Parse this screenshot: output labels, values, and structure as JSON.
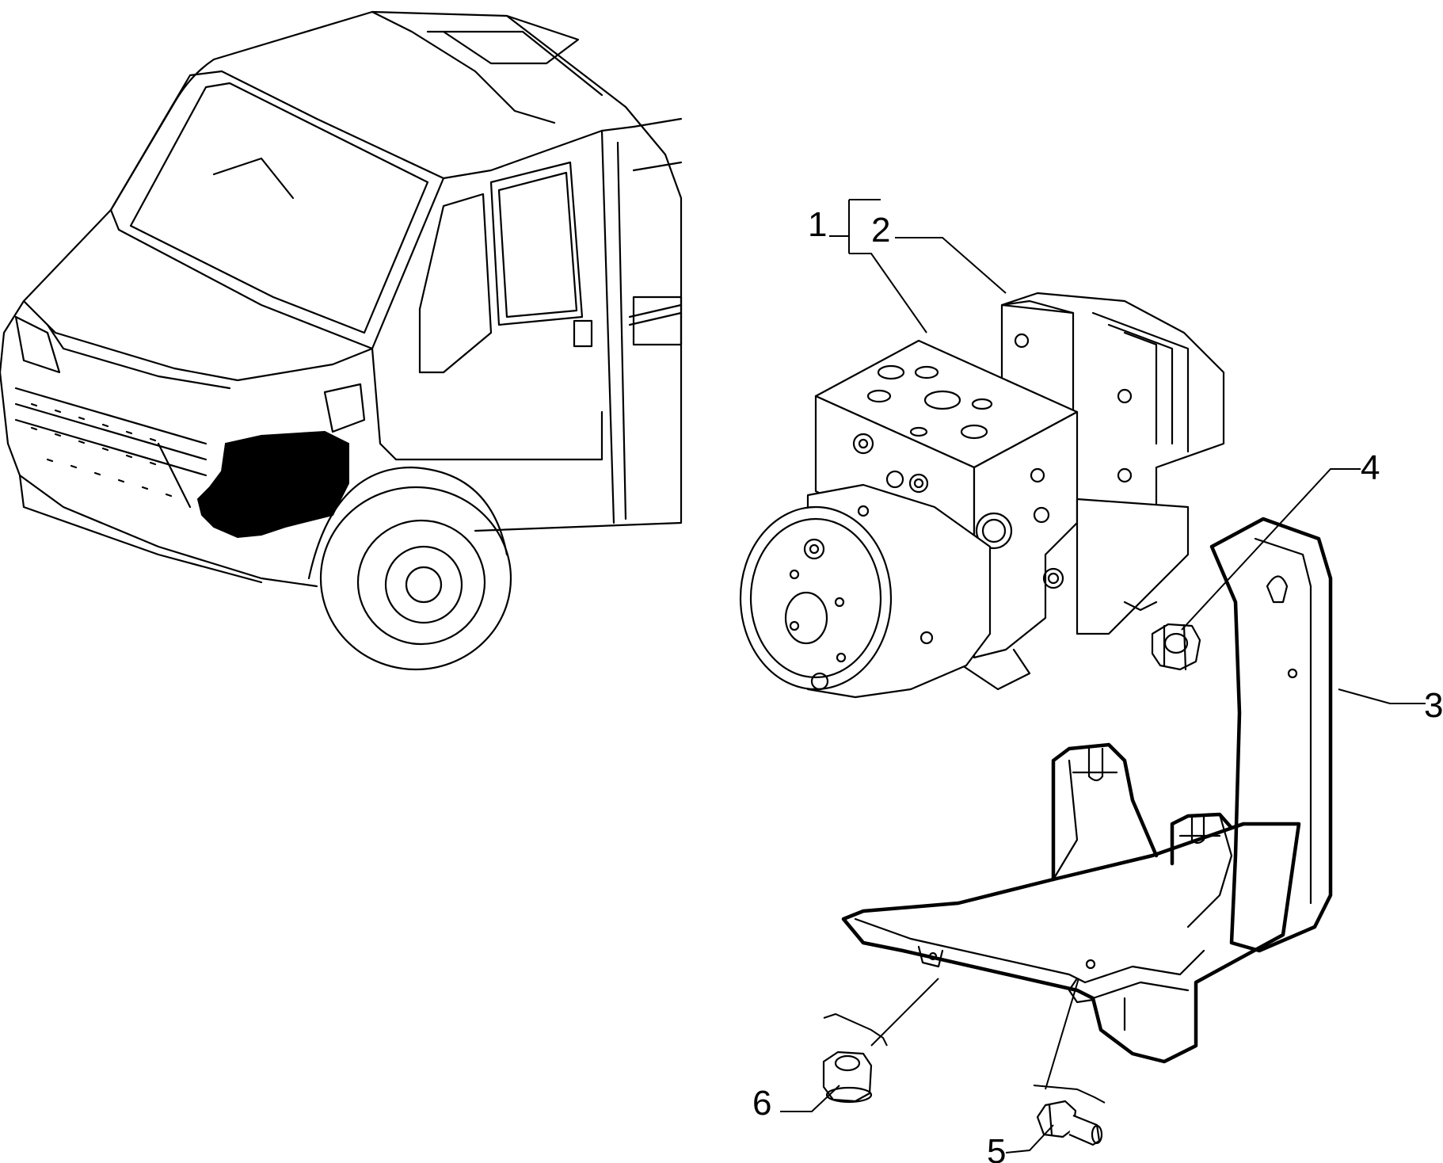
{
  "diagram": {
    "callouts": [
      {
        "id": "1",
        "label": "1"
      },
      {
        "id": "2",
        "label": "2"
      },
      {
        "id": "3",
        "label": "3"
      },
      {
        "id": "4",
        "label": "4"
      },
      {
        "id": "5",
        "label": "5"
      },
      {
        "id": "6",
        "label": "6"
      }
    ],
    "highlight_color": "#000000"
  }
}
